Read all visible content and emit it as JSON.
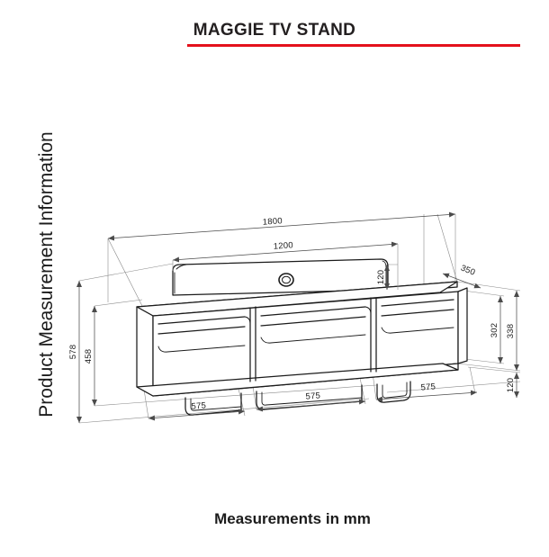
{
  "header": {
    "title": "MAGGIE TV STAND",
    "rule_color": "#e4111c"
  },
  "side_caption": "Product Measurement Information",
  "bottom_caption": "Measurements in mm",
  "units": "mm",
  "drawing": {
    "type": "technical-isometric-drawing",
    "subject": "TV stand with three drawers and a rear back panel with cable hole",
    "line_color": "#1b1b1b",
    "dimension_color": "#4b4b4b"
  },
  "dimensions": {
    "overall_width": "1800",
    "back_panel_width": "1200",
    "back_panel_height": "120",
    "depth": "350",
    "overall_height": "578",
    "cabinet_front_height": "458",
    "carcass_height": "338",
    "drawer_height": "302",
    "base_gap": "120",
    "drawer_width_left": "575",
    "drawer_width_center": "575",
    "drawer_width_right": "575"
  },
  "chart_data": {
    "type": "table",
    "title": "MAGGIE TV STAND",
    "categories": [
      "Overall width",
      "Back panel width",
      "Back panel height",
      "Depth",
      "Overall height",
      "Front height",
      "Carcass height",
      "Drawer height",
      "Base gap",
      "Drawer width (left)",
      "Drawer width (center)",
      "Drawer width (right)"
    ],
    "values": [
      1800,
      1200,
      120,
      350,
      578,
      458,
      338,
      302,
      120,
      575,
      575,
      575
    ],
    "xlabel": "",
    "ylabel": "Measurements in mm"
  }
}
